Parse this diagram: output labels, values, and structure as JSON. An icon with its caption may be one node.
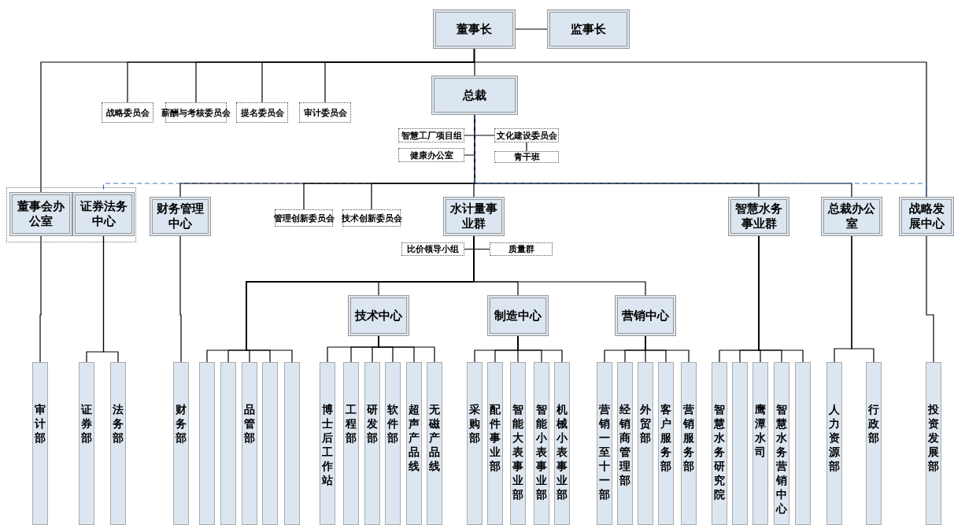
{
  "diagram": {
    "nodes": [
      {
        "text": [
          "董事长"
        ]
      },
      {
        "text": [
          "监事长"
        ]
      },
      {
        "text": [
          "战略委员会"
        ]
      },
      {
        "text": [
          "薪酬与考核委员会"
        ]
      },
      {
        "text": [
          "提名委员会"
        ]
      },
      {
        "text": [
          "审计委员会"
        ]
      },
      {
        "text": [
          "总裁"
        ]
      },
      {
        "text": [
          "智慧工厂项目组"
        ]
      },
      {
        "text": [
          "健康办公室"
        ]
      },
      {
        "text": [
          "文化建设委员会"
        ]
      },
      {
        "text": [
          "青干班"
        ]
      },
      {
        "text": [],
        "shape": "box"
      },
      {
        "text": [
          "董事会办公室"
        ],
        "in": 11
      },
      {
        "text": [
          "证券法务中心"
        ],
        "in": 11
      },
      {
        "text": [
          "财务管理中心"
        ]
      },
      {
        "text": [
          "管理创新委员会"
        ]
      },
      {
        "text": [
          "技术创新委员会"
        ]
      },
      {
        "text": [
          "水计量事业群"
        ]
      },
      {
        "text": [
          "比价领导小组"
        ]
      },
      {
        "text": [
          "质量群"
        ]
      },
      {
        "text": [
          "智慧水务事业群"
        ]
      },
      {
        "text": [
          "总裁办公室"
        ]
      },
      {
        "text": [
          "战略发展中心"
        ]
      },
      {
        "text": [
          "技术中心"
        ]
      },
      {
        "text": [
          "制造中心"
        ]
      },
      {
        "text": [
          "营销中心"
        ]
      },
      {
        "text": [
          "审计部"
        ]
      },
      {
        "text": [
          "证券部"
        ]
      },
      {
        "text": [
          "法务部"
        ]
      },
      {
        "text": [
          "财务部"
        ]
      },
      {
        "text": [],
        "shape": "box"
      },
      {
        "text": [],
        "shape": "box"
      },
      {
        "text": [
          "品管部"
        ]
      },
      {
        "text": [],
        "shape": "box"
      },
      {
        "text": [],
        "shape": "box"
      },
      {
        "text": [
          "博士后工作站"
        ]
      },
      {
        "text": [
          "工程部"
        ]
      },
      {
        "text": [
          "研发部"
        ]
      },
      {
        "text": [
          "软件部"
        ]
      },
      {
        "text": [
          "超声产品线"
        ]
      },
      {
        "text": [
          "无磁产品线"
        ]
      },
      {
        "text": [
          "采购部"
        ]
      },
      {
        "text": [
          "配件事业部"
        ]
      },
      {
        "text": [
          "智能大表事业部"
        ]
      },
      {
        "text": [
          "智能小表事业部"
        ]
      },
      {
        "text": [
          "机械小表事业部"
        ]
      },
      {
        "text": [
          "营销一至十一部"
        ]
      },
      {
        "text": [
          "经销商管理部"
        ]
      },
      {
        "text": [
          "外贸部"
        ]
      },
      {
        "text": [
          "客户服务部"
        ]
      },
      {
        "text": [
          "营销服务部"
        ]
      },
      {
        "text": [
          "智慧水务研究院"
        ]
      },
      {
        "text": [],
        "shape": "box"
      },
      {
        "text": [
          "鹰潭水司"
        ]
      },
      {
        "text": [
          "智慧水务营销中心"
        ]
      },
      {
        "text": [],
        "shape": "box"
      },
      {
        "text": [
          "人力资源部"
        ]
      },
      {
        "text": [
          "行政部"
        ]
      },
      {
        "text": [
          "投资发展部"
        ]
      }
    ],
    "edges": [
      {
        "from": 0,
        "to": 1,
        "arrow": "none"
      },
      {
        "from": 0,
        "to": 2,
        "arrow": "none"
      },
      {
        "from": 0,
        "to": 3,
        "arrow": "none"
      },
      {
        "from": 0,
        "to": 4,
        "arrow": "none"
      },
      {
        "from": 0,
        "to": 5,
        "arrow": "none"
      },
      {
        "from": 0,
        "to": 6,
        "arrow": "none"
      },
      {
        "from": 0,
        "to": 12,
        "arrow": "none"
      },
      {
        "from": 0,
        "to": 22,
        "arrow": "none"
      },
      {
        "from": 6,
        "to": 7,
        "arrow": "none"
      },
      {
        "from": 6,
        "to": 8,
        "arrow": "none"
      },
      {
        "from": 6,
        "to": 9,
        "arrow": "none"
      },
      {
        "from": 9,
        "to": 10,
        "arrow": "none"
      },
      {
        "from": 6,
        "to": 13,
        "arrow": "none",
        "style": "dashed",
        "color": "#4472c4"
      },
      {
        "from": 6,
        "to": 14,
        "arrow": "none"
      },
      {
        "from": 6,
        "to": 15,
        "arrow": "none"
      },
      {
        "from": 6,
        "to": 16,
        "arrow": "none"
      },
      {
        "from": 6,
        "to": 17,
        "arrow": "none"
      },
      {
        "from": 6,
        "to": 20,
        "arrow": "none"
      },
      {
        "from": 6,
        "to": 21,
        "arrow": "none"
      },
      {
        "from": 6,
        "to": 22,
        "arrow": "none",
        "style": "dashed",
        "color": "#4472c4"
      },
      {
        "from": 17,
        "to": 18,
        "arrow": "none"
      },
      {
        "from": 17,
        "to": 19,
        "arrow": "none"
      },
      {
        "from": 17,
        "to": 23,
        "arrow": "none"
      },
      {
        "from": 17,
        "to": 24,
        "arrow": "none"
      },
      {
        "from": 17,
        "to": 25,
        "arrow": "none"
      },
      {
        "from": 17,
        "to": 30,
        "arrow": "none"
      },
      {
        "from": 17,
        "to": 31,
        "arrow": "none"
      },
      {
        "from": 17,
        "to": 32,
        "arrow": "none"
      },
      {
        "from": 17,
        "to": 33,
        "arrow": "none"
      },
      {
        "from": 17,
        "to": 34,
        "arrow": "none"
      },
      {
        "from": 12,
        "to": 26,
        "arrow": "none"
      },
      {
        "from": 13,
        "to": 27,
        "arrow": "none"
      },
      {
        "from": 13,
        "to": 28,
        "arrow": "none"
      },
      {
        "from": 14,
        "to": 29,
        "arrow": "none"
      },
      {
        "from": 23,
        "to": 35,
        "arrow": "none"
      },
      {
        "from": 23,
        "to": 36,
        "arrow": "none"
      },
      {
        "from": 23,
        "to": 37,
        "arrow": "none"
      },
      {
        "from": 23,
        "to": 38,
        "arrow": "none"
      },
      {
        "from": 23,
        "to": 39,
        "arrow": "none"
      },
      {
        "from": 23,
        "to": 40,
        "arrow": "none"
      },
      {
        "from": 24,
        "to": 41,
        "arrow": "none"
      },
      {
        "from": 24,
        "to": 42,
        "arrow": "none"
      },
      {
        "from": 24,
        "to": 43,
        "arrow": "none"
      },
      {
        "from": 24,
        "to": 44,
        "arrow": "none"
      },
      {
        "from": 24,
        "to": 45,
        "arrow": "none"
      },
      {
        "from": 25,
        "to": 46,
        "arrow": "none"
      },
      {
        "from": 25,
        "to": 47,
        "arrow": "none"
      },
      {
        "from": 25,
        "to": 48,
        "arrow": "none"
      },
      {
        "from": 25,
        "to": 49,
        "arrow": "none"
      },
      {
        "from": 25,
        "to": 50,
        "arrow": "none"
      },
      {
        "from": 20,
        "to": 51,
        "arrow": "none"
      },
      {
        "from": 20,
        "to": 52,
        "arrow": "none"
      },
      {
        "from": 20,
        "to": 53,
        "arrow": "none"
      },
      {
        "from": 20,
        "to": 54,
        "arrow": "none"
      },
      {
        "from": 20,
        "to": 55,
        "arrow": "none"
      },
      {
        "from": 21,
        "to": 56,
        "arrow": "none"
      },
      {
        "from": 21,
        "to": 57,
        "arrow": "none"
      },
      {
        "from": 22,
        "to": 58,
        "arrow": "none"
      }
    ]
  }
}
